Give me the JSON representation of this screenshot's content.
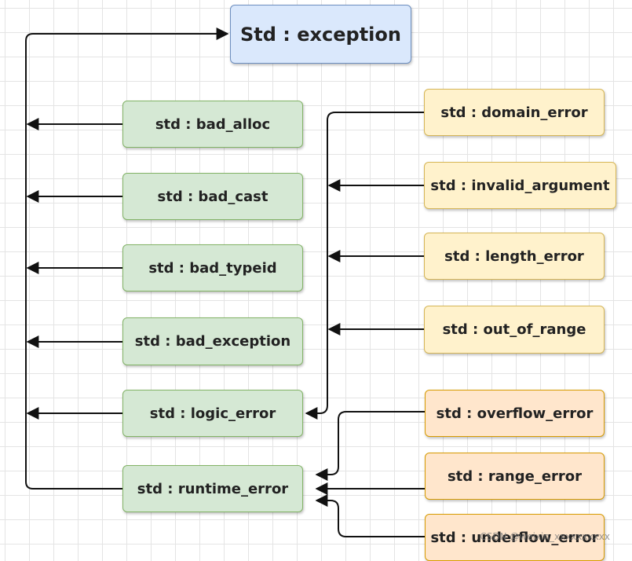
{
  "nodes": {
    "std_exception": "Std : exception",
    "bad_alloc": "std : bad_alloc",
    "bad_cast": "std : bad_cast",
    "bad_typeid": "std : bad_typeid",
    "bad_exception": "std : bad_exception",
    "logic_error": "std : logic_error",
    "runtime_error": "std : runtime_error",
    "domain_error": "std : domain_error",
    "invalid_argument": "std : invalid_argument",
    "length_error": "std : length_error",
    "out_of_range": "std : out_of_range",
    "overflow_error": "std : overflow_error",
    "range_error": "std : range_error",
    "underflow_error": "std : underflow_error"
  },
  "colors": {
    "root_fill": "#dae8fc",
    "standard_fill": "#d5e8d4",
    "logic_fill": "#fff2cc",
    "runtime_fill": "#ffe6cc",
    "edge": "#111111"
  },
  "watermark": "CSDN @weixin_xxxxxxxxxx"
}
